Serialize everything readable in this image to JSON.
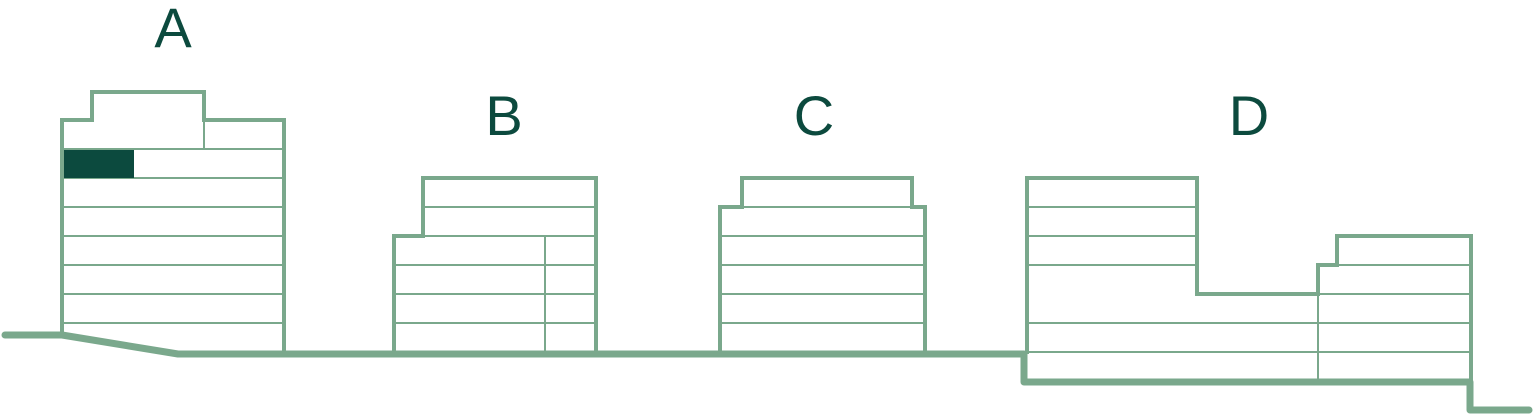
{
  "colors": {
    "outline": "#7aa88c",
    "highlight": "#0c4a3e",
    "label": "#0c4a3e",
    "background": "#ffffff"
  },
  "buildings": [
    {
      "label": "A",
      "highlighted_floor": true
    },
    {
      "label": "B",
      "highlighted_floor": false
    },
    {
      "label": "C",
      "highlighted_floor": false
    },
    {
      "label": "D",
      "highlighted_floor": false
    }
  ]
}
